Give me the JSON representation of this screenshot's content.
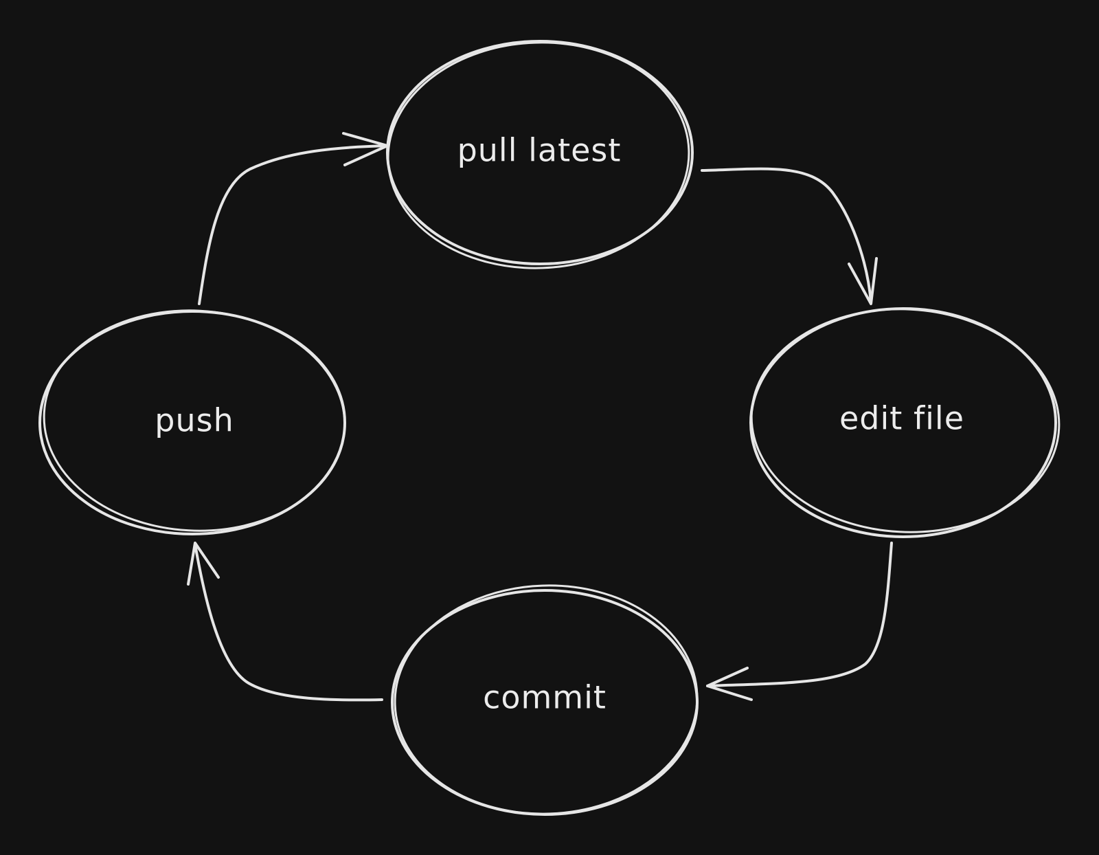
{
  "diagram": {
    "background": "#121212",
    "stroke_color": "#e6e6e6",
    "text_color": "#ececec",
    "nodes": [
      {
        "id": "pull",
        "label": "pull latest"
      },
      {
        "id": "edit",
        "label": "edit file"
      },
      {
        "id": "commit",
        "label": "commit"
      },
      {
        "id": "push",
        "label": "push"
      }
    ],
    "edges": [
      {
        "from": "pull",
        "to": "edit"
      },
      {
        "from": "edit",
        "to": "commit"
      },
      {
        "from": "commit",
        "to": "push"
      },
      {
        "from": "push",
        "to": "pull"
      }
    ]
  }
}
